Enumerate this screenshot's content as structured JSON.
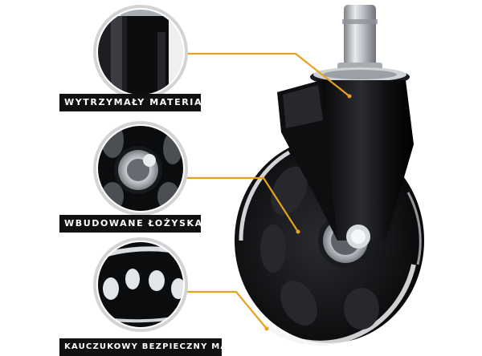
{
  "callouts": [
    {
      "label": "WYTRZYMAŁY MATERIAŁ"
    },
    {
      "label": "WBUDOWANE ŁOŻYSKA"
    },
    {
      "label": "KAUCZUKOWY BEZPIECZNY MATERIAŁ"
    }
  ],
  "colors": {
    "connector": "#e6a21c",
    "label_bg": "#111111",
    "label_text": "#ffffff",
    "metal": "#c9cdd2",
    "wheel": "#0c0c0e"
  },
  "icons": {
    "product": "office-chair-caster-wheel-icon",
    "detail_1": "caster-fork-detail-icon",
    "detail_2": "wheel-bearing-detail-icon",
    "detail_3": "rubber-tread-detail-icon"
  }
}
